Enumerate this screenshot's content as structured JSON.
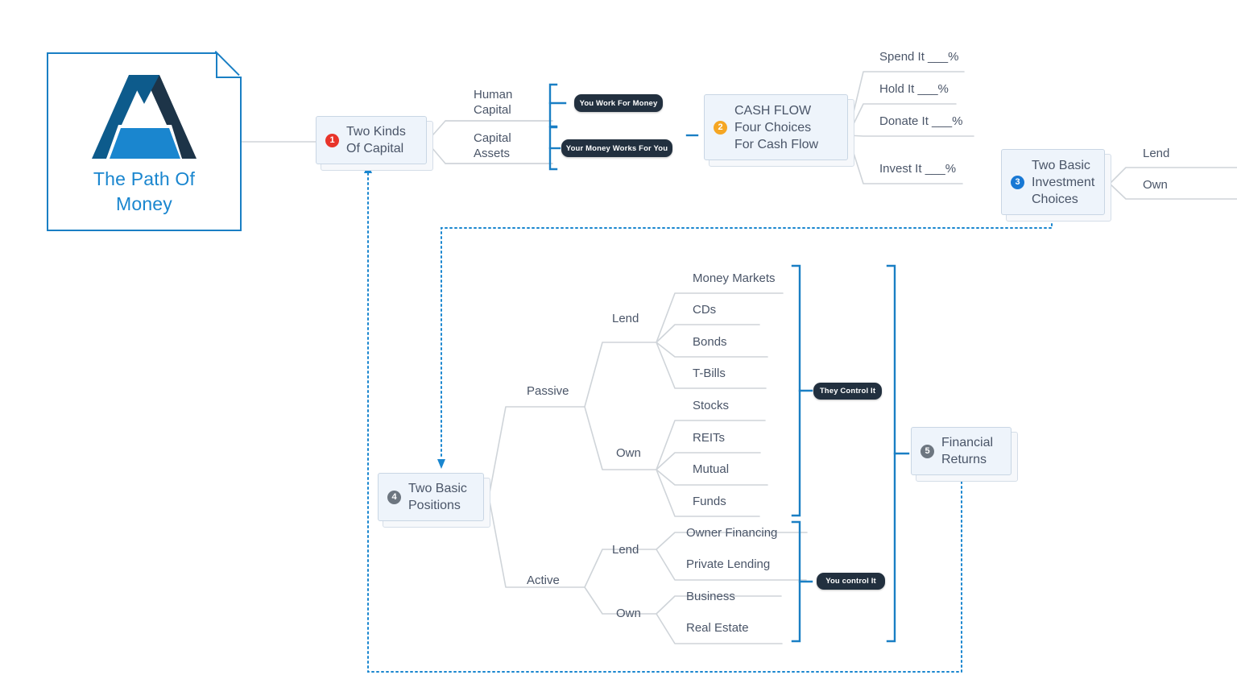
{
  "diagram": {
    "title": "The Path Of Money",
    "type": "mind-map"
  },
  "logo": {
    "line1": "The Path Of",
    "line2": "Money",
    "icon": "path-of-money-logo",
    "colors": {
      "border": "#1a7fc4",
      "text": "#1a86cf",
      "dark": "#1d3448",
      "mid": "#0d5b8c",
      "light": "#1a86cf"
    }
  },
  "nodes": {
    "n1": {
      "number": "1",
      "badge_color": "#e8342a",
      "line1": "Two Kinds",
      "line2": "Of Capital"
    },
    "n2": {
      "number": "2",
      "badge_color": "#f5a623",
      "line1": "CASH FLOW",
      "line2": "Four Choices",
      "line3": "For Cash Flow"
    },
    "n3": {
      "number": "3",
      "badge_color": "#1878d4",
      "line1": "Two Basic",
      "line2": "Investment",
      "line3": "Choices"
    },
    "n4": {
      "number": "4",
      "badge_color": "#6d7680",
      "line1": "Two Basic",
      "line2": "Positions"
    },
    "n5": {
      "number": "5",
      "badge_color": "#6d7680",
      "line1": "Financial",
      "line2": "Returns"
    }
  },
  "capital": {
    "human": {
      "line1": "Human",
      "line2": "Capital"
    },
    "assets": {
      "line1": "Capital",
      "line2": "Assets"
    }
  },
  "pills": {
    "you_work": "You Work For Money",
    "money_works": "Your Money Works For You",
    "they_control": "They Control It",
    "you_control": "You control It"
  },
  "cash_flow_choices": [
    "Spend It ___%",
    "Hold It ___%",
    "Donate It ___%",
    "Invest It ___%"
  ],
  "investment_choices": [
    "Lend",
    "Own"
  ],
  "positions": {
    "passive": {
      "label": "Passive",
      "lend": {
        "label": "Lend",
        "items": [
          "Money Markets",
          "CDs",
          "Bonds",
          "T-Bills"
        ]
      },
      "own": {
        "label": "Own",
        "items": [
          "Stocks",
          "REITs",
          "Mutual",
          "Funds"
        ]
      }
    },
    "active": {
      "label": "Active",
      "lend": {
        "label": "Lend",
        "items": [
          "Owner Financing",
          "Private Lending"
        ]
      },
      "own": {
        "label": "Own",
        "items": [
          "Business",
          "Real Estate"
        ]
      }
    }
  },
  "colors": {
    "accent_blue": "#1a7fc4",
    "line_gray": "#cfd4d9",
    "node_fill": "#eef4fb",
    "node_border": "#c9d6e4",
    "text": "#4a5568",
    "pill_bg": "#22303f",
    "dotted": "#1a86cf"
  }
}
